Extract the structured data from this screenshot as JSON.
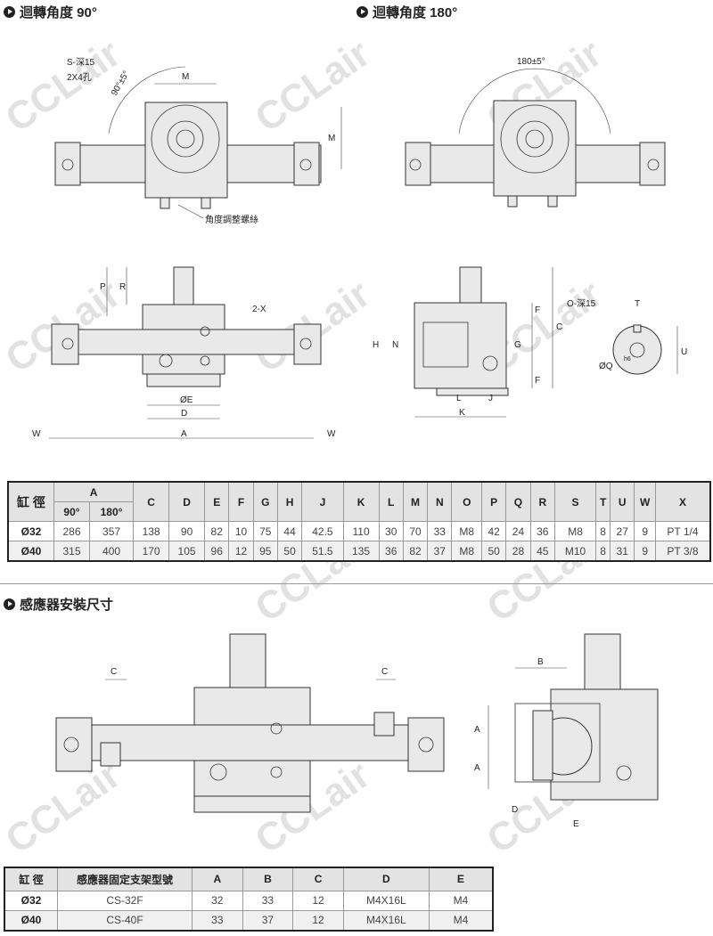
{
  "headings": {
    "rot90": "迴轉角度 90°",
    "rot180": "迴轉角度 180°",
    "sensor": "感應器安裝尺寸"
  },
  "watermark": "CCLair",
  "labels": {
    "s_depth": "S-深15",
    "holes": "2X4孔",
    "angle90": "90°±5°",
    "m": "M",
    "screw": "角度調整螺絲",
    "angle180": "180±5°",
    "p": "P",
    "r": "R",
    "two_x": "2-X",
    "oe": "ØE",
    "d": "D",
    "a": "A",
    "w": "W",
    "h": "H",
    "n": "N",
    "l": "L",
    "j": "J",
    "k": "K",
    "f": "F",
    "g": "G",
    "c": "C",
    "o_depth": "O-深15",
    "t": "T",
    "u": "U",
    "oq": "ØQ",
    "h6": "h6",
    "b": "B",
    "e": "E"
  },
  "table1": {
    "bore_header": "缸 徑",
    "a_header": "A",
    "a_sub": [
      "90°",
      "180°"
    ],
    "columns": [
      "C",
      "D",
      "E",
      "F",
      "G",
      "H",
      "J",
      "K",
      "L",
      "M",
      "N",
      "O",
      "P",
      "Q",
      "R",
      "S",
      "T",
      "U",
      "W",
      "X"
    ],
    "rows": [
      {
        "bore": "Ø32",
        "values": [
          "286",
          "357",
          "138",
          "90",
          "82",
          "10",
          "75",
          "44",
          "42.5",
          "110",
          "30",
          "70",
          "33",
          "M8",
          "42",
          "24",
          "36",
          "M8",
          "8",
          "27",
          "9",
          "PT 1/4"
        ]
      },
      {
        "bore": "Ø40",
        "values": [
          "315",
          "400",
          "170",
          "105",
          "96",
          "12",
          "95",
          "50",
          "51.5",
          "135",
          "36",
          "82",
          "37",
          "M8",
          "50",
          "28",
          "45",
          "M10",
          "8",
          "31",
          "9",
          "PT 3/8"
        ]
      }
    ]
  },
  "table2": {
    "headers": [
      "缸 徑",
      "感應器固定支架型號",
      "A",
      "B",
      "C",
      "D",
      "E"
    ],
    "rows": [
      [
        "Ø32",
        "CS-32F",
        "32",
        "33",
        "12",
        "M4X16L",
        "M4"
      ],
      [
        "Ø40",
        "CS-40F",
        "33",
        "37",
        "12",
        "M4X16L",
        "M4"
      ]
    ]
  }
}
